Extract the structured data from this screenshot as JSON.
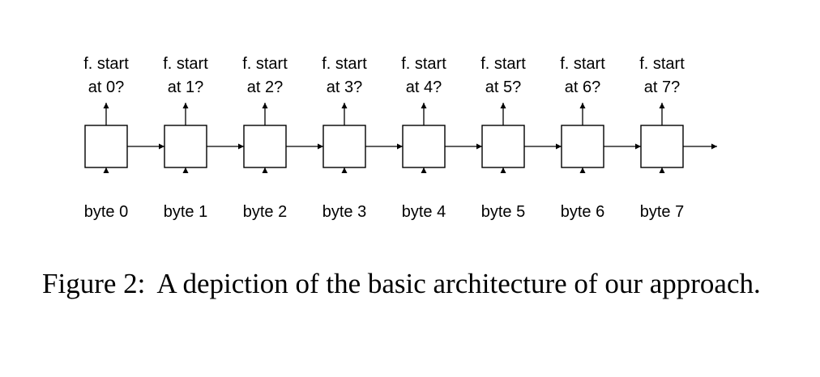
{
  "diagram": {
    "cells": [
      {
        "output_line1": "f. start",
        "output_line2": "at 0?",
        "input": "byte 0"
      },
      {
        "output_line1": "f. start",
        "output_line2": "at 1?",
        "input": "byte 1"
      },
      {
        "output_line1": "f. start",
        "output_line2": "at 2?",
        "input": "byte 2"
      },
      {
        "output_line1": "f. start",
        "output_line2": "at 3?",
        "input": "byte 3"
      },
      {
        "output_line1": "f. start",
        "output_line2": "at 4?",
        "input": "byte 4"
      },
      {
        "output_line1": "f. start",
        "output_line2": "at 5?",
        "input": "byte 5"
      },
      {
        "output_line1": "f. start",
        "output_line2": "at 6?",
        "input": "byte 6"
      },
      {
        "output_line1": "f. start",
        "output_line2": "at 7?",
        "input": "byte 7"
      }
    ]
  },
  "caption": {
    "label": "Figure 2:",
    "text": "A depiction of the basic architecture of our approach."
  },
  "colors": {
    "ink": "#000000",
    "background": "#ffffff"
  }
}
